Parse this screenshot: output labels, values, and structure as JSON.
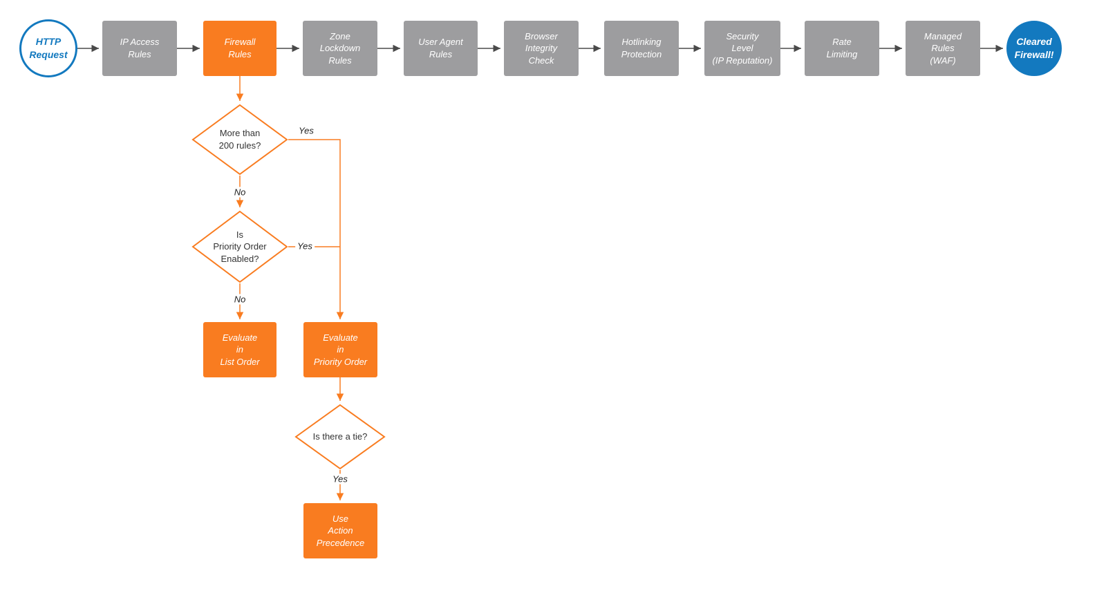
{
  "palette": {
    "orange": "#f97c20",
    "gray": "#9d9d9f",
    "blue": "#1379bf",
    "line_dark": "#4a4a4a",
    "decision_text": "#333333"
  },
  "flow": {
    "start": {
      "label": "HTTP\nRequest"
    },
    "steps": [
      {
        "label": "IP Access\nRules"
      },
      {
        "label": "Firewall\nRules"
      },
      {
        "label": "Zone\nLockdown\nRules"
      },
      {
        "label": "User Agent\nRules"
      },
      {
        "label": "Browser\nIntegrity\nCheck"
      },
      {
        "label": "Hotlinking\nProtection"
      },
      {
        "label": "Security\nLevel\n(IP Reputation)"
      },
      {
        "label": "Rate\nLimiting"
      },
      {
        "label": "Managed\nRules\n(WAF)"
      }
    ],
    "end": {
      "label": "Cleared\nFirewall!"
    },
    "decisions": [
      {
        "label": "More than\n200 rules?"
      },
      {
        "label": "Is\nPriority Order\nEnabled?"
      },
      {
        "label": "Is there a tie?"
      }
    ],
    "actions": [
      {
        "label": "Evaluate\nin\nList Order"
      },
      {
        "label": "Evaluate\nin\nPriority Order"
      },
      {
        "label": "Use\nAction\nPrecedence"
      }
    ],
    "edges": {
      "rules_over_200_yes": "Yes",
      "rules_over_200_no": "No",
      "priority_enabled_yes": "Yes",
      "priority_enabled_no": "No",
      "tie_yes": "Yes"
    }
  }
}
